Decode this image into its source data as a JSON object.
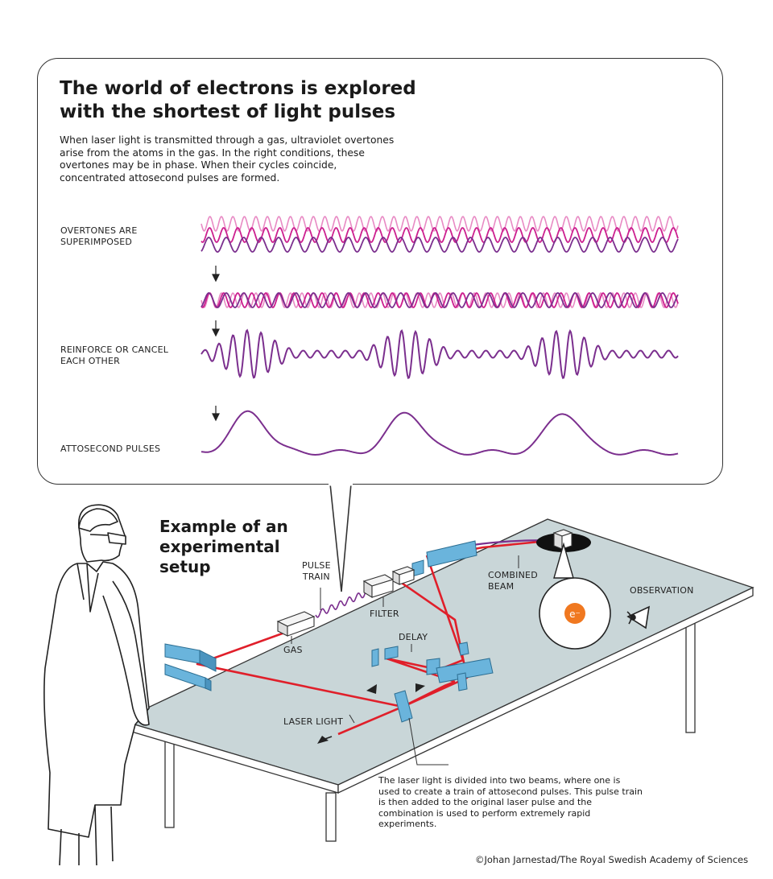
{
  "title": {
    "line1": "The world of electrons is explored",
    "line2": "with the shortest of light pulses"
  },
  "intro": "When laser light is transmitted through a gas, ultraviolet overtones arise from the atoms in the gas. In the right conditions, these overtones may be in phase. When their cycles coincide, concentrated attosecond pulses are formed.",
  "stages": {
    "superimposed": "OVERTONES ARE\nSUPERIMPOSED",
    "reinforce": "REINFORCE OR CANCEL\nEACH OTHER",
    "attosecond": "ATTOSECOND PULSES"
  },
  "setup": {
    "title": "Example of an\nexperimental\nsetup",
    "labels": {
      "pulse_train": "PULSE\nTRAIN",
      "gas": "GAS",
      "filter": "FILTER",
      "combined_beam": "COMBINED\nBEAM",
      "observation": "OBSERVATION",
      "delay": "DELAY",
      "laser_light": "LASER LIGHT",
      "electron": "e⁻"
    },
    "caption": "The laser light is divided into two beams, where one is used to create a train of attosecond pulses. This pulse train is then added to the original laser pulse and the combination is used to perform extremely rapid experiments."
  },
  "credit": "©Johan Jarnestad/The Royal Swedish Academy of Sciences",
  "colors": {
    "pink": "#e88ac4",
    "magenta": "#cc1f8f",
    "purple": "#7b2f8e",
    "laser_red": "#e01f2a",
    "table_top": "#c9d6d8",
    "component_blue": "#6ab4dc",
    "electron_orange": "#f07820"
  }
}
